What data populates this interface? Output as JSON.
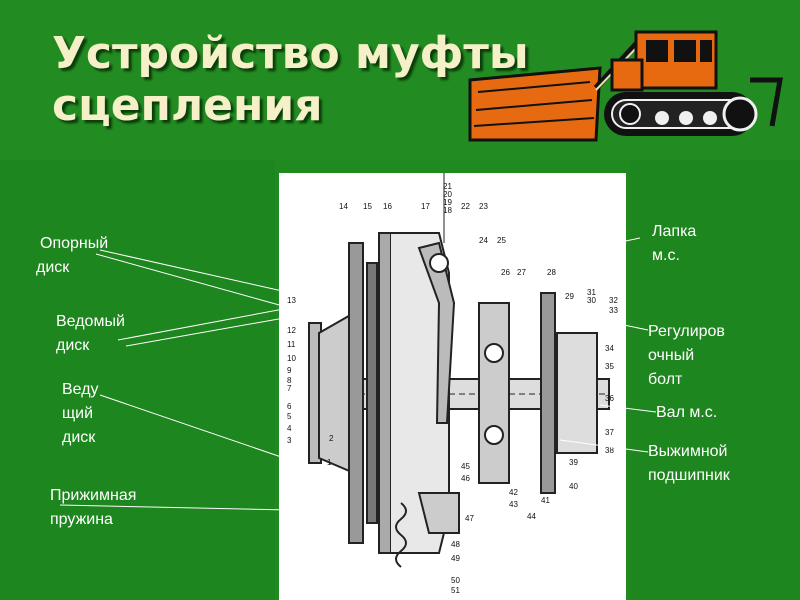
{
  "title": {
    "line1": "Устройство муфты",
    "line2": "сцепления"
  },
  "colors": {
    "background": "#1f8a1f",
    "title": "#f5f0c8",
    "labels": "#ffffff",
    "bulldozer": "#e86a10"
  },
  "labels": {
    "support_disc": [
      "Опорный",
      "диск"
    ],
    "driven_disc": [
      "Ведомый",
      "диск"
    ],
    "drive_disc": [
      "Веду",
      "щий",
      "диск"
    ],
    "pressure_spring": [
      "Прижимная",
      "пружина"
    ],
    "lever_pawl": [
      "Лапка",
      "м.с."
    ],
    "adjusting_bolt": [
      "Регулиров",
      "очный",
      "болт"
    ],
    "shaft": [
      "Вал м.с."
    ],
    "release_bearing": [
      "Выжимной",
      "подшипник"
    ]
  },
  "figure_numbers": [
    "1",
    "2",
    "3",
    "4",
    "5",
    "6",
    "7",
    "8",
    "9",
    "10",
    "11",
    "12",
    "13",
    "14",
    "15",
    "16",
    "17",
    "18",
    "19",
    "20",
    "21",
    "22",
    "23",
    "24",
    "25",
    "26",
    "27",
    "28",
    "29",
    "30",
    "31",
    "32",
    "33",
    "34",
    "35",
    "36",
    "37",
    "38",
    "39",
    "40",
    "41",
    "42",
    "43",
    "44",
    "45",
    "46",
    "47",
    "48",
    "49",
    "50",
    "51"
  ]
}
